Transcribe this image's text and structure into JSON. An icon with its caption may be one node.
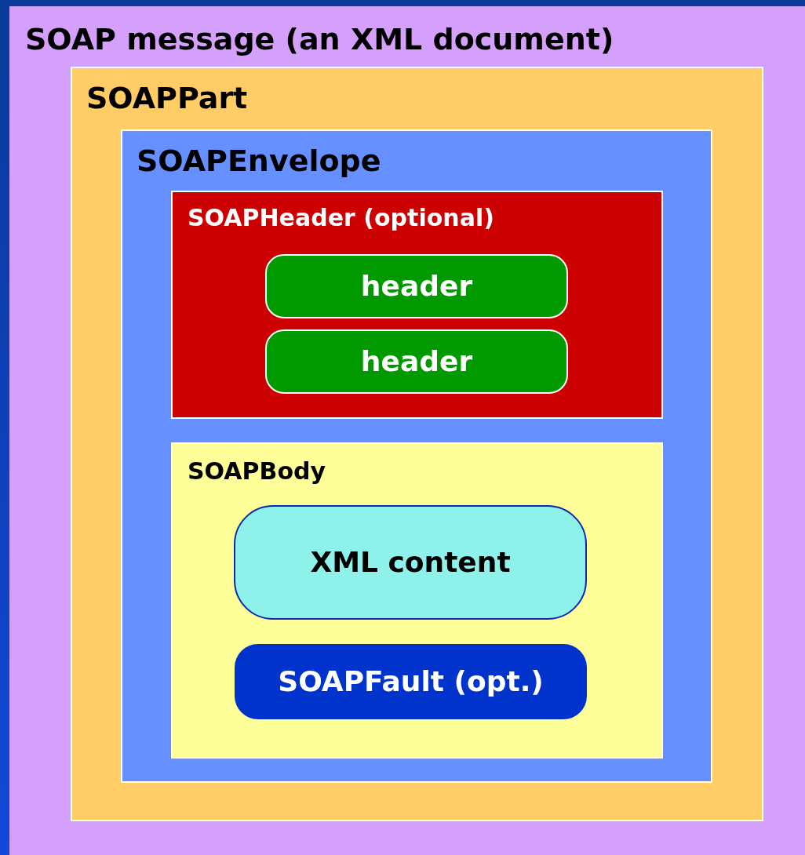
{
  "diagram": {
    "nodes": [
      {
        "text": [
          "SOAP message (an XML document)"
        ]
      },
      {
        "text": [
          "SOAPPart"
        ],
        "in": 0
      },
      {
        "text": [
          "SOAPEnvelope"
        ],
        "in": 1
      },
      {
        "text": [
          "SOAPHeader (optional)"
        ],
        "in": 2
      },
      {
        "text": [
          "header"
        ],
        "in": 3
      },
      {
        "text": [
          "header"
        ],
        "in": 3
      },
      {
        "text": [
          "SOAPBody"
        ],
        "in": 2
      },
      {
        "text": [
          "XML content"
        ],
        "in": 6
      },
      {
        "text": [
          "SOAPFault (opt.)"
        ],
        "in": 6
      }
    ]
  }
}
